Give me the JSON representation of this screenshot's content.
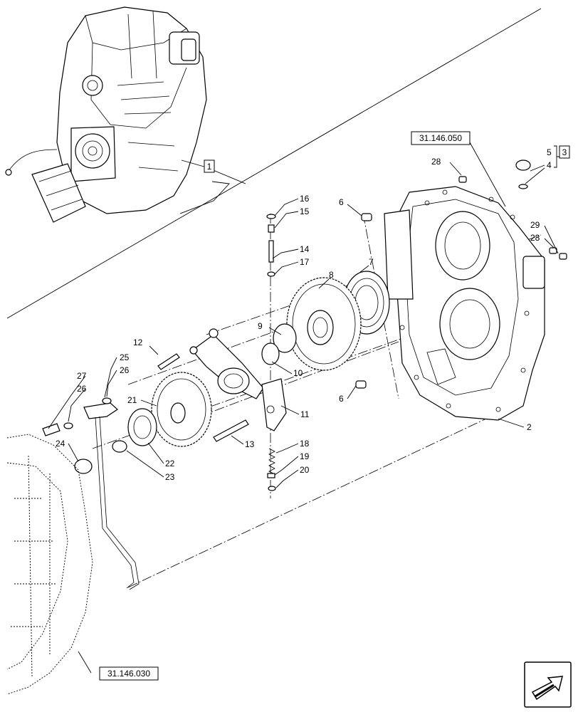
{
  "references": {
    "top_right": "31.146.050",
    "bottom_left": "31.146.030"
  },
  "boxed_items": {
    "assembly": "1",
    "kit": "3"
  },
  "callouts": {
    "c2": "2",
    "c4": "4",
    "c5": "5",
    "c6a": "6",
    "c6b": "6",
    "c7": "7",
    "c8": "8",
    "c9": "9",
    "c10": "10",
    "c11": "11",
    "c12": "12",
    "c13": "13",
    "c14": "14",
    "c15": "15",
    "c16": "16",
    "c17": "17",
    "c18": "18",
    "c19": "19",
    "c20": "20",
    "c21": "21",
    "c22": "22",
    "c23": "23",
    "c24": "24",
    "c25": "25",
    "c26a": "26",
    "c26b": "26",
    "c27": "27",
    "c28a": "28",
    "c28b": "28",
    "c29": "29"
  },
  "icons": {
    "nav": "arrow-icon"
  }
}
